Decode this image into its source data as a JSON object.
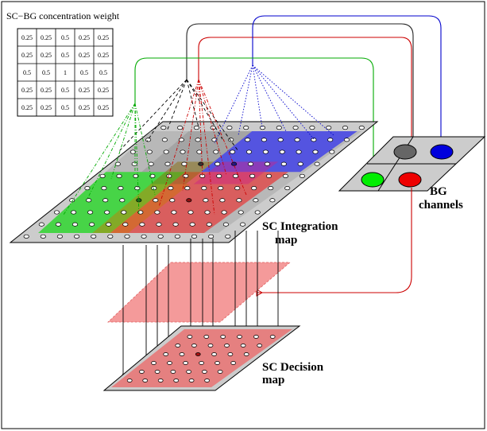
{
  "weights": {
    "title": "SC−BG concentration weight",
    "rows": [
      [
        "0.25",
        "0.25",
        "0.5",
        "0.25",
        "0.25"
      ],
      [
        "0.25",
        "0.25",
        "0.5",
        "0.25",
        "0.25"
      ],
      [
        "0.5",
        "0.5",
        "1",
        "0.5",
        "0.5"
      ],
      [
        "0.25",
        "0.25",
        "0.5",
        "0.25",
        "0.25"
      ],
      [
        "0.25",
        "0.25",
        "0.5",
        "0.25",
        "0.25"
      ]
    ]
  },
  "labels": {
    "integration_line1": "SC Integration",
    "integration_line2": "map",
    "decision_line1": "SC Decision",
    "decision_line2": "map",
    "bg_line1": "BG",
    "bg_line2": "channels"
  },
  "colors": {
    "green": "#00ee00",
    "red": "#ee0000",
    "blue": "#0000dd",
    "gray": "#666666",
    "decision_fill": "#f08080",
    "plate_fill": "#cccccc"
  }
}
